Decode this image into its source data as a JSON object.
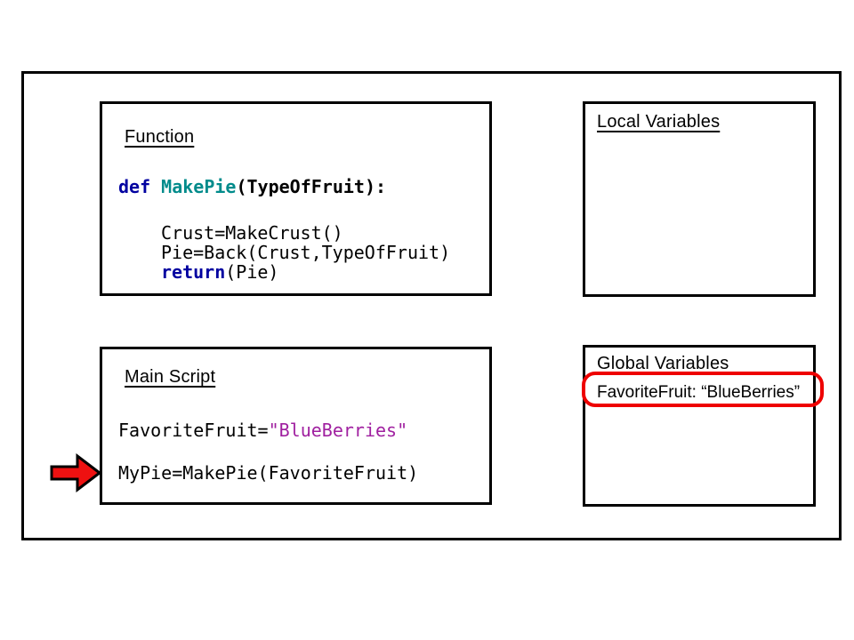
{
  "colors": {
    "keyword": "#0000a0",
    "function_name": "#008b8b",
    "string": "#a020a0",
    "default_text": "#000000",
    "border": "#000000",
    "highlight_red": "#ee0000",
    "arrow_fill": "#ee1111",
    "arrow_outline": "#000000"
  },
  "function_box": {
    "title": "Function",
    "line1": {
      "kw": "def ",
      "name": "MakePie",
      "rest": "(TypeOfFruit):"
    },
    "line2": "Crust=MakeCrust()",
    "line3": "Pie=Back(Crust,TypeOfFruit)",
    "line4": {
      "kw": "return",
      "rest": "(Pie)"
    }
  },
  "main_box": {
    "title": "Main Script",
    "line1": {
      "pre": "FavoriteFruit=",
      "str": "\"BlueBerries\""
    },
    "line2": "MyPie=MakePie(FavoriteFruit)"
  },
  "local_box": {
    "title": "Local Variables"
  },
  "global_box": {
    "title": "Global Variables",
    "entry": "FavoriteFruit:  “BlueBerries”"
  },
  "icons": {
    "arrow": "red-right-arrow"
  }
}
